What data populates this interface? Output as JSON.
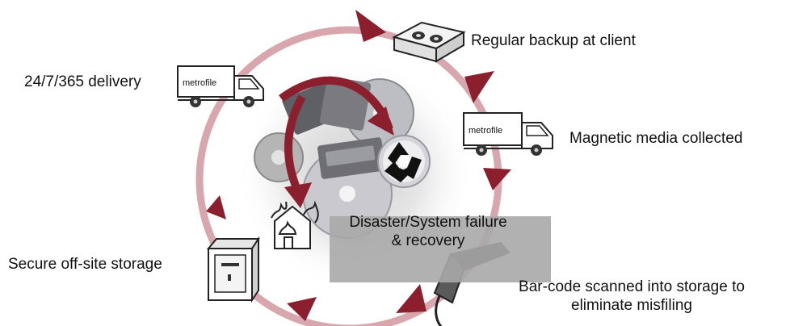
{
  "diagram": {
    "steps": [
      {
        "id": "backup",
        "label": "Regular backup at client"
      },
      {
        "id": "collected",
        "label": "Magnetic media collected"
      },
      {
        "id": "barcode",
        "label_line1": "Bar-code scanned into storage to",
        "label_line2": "eliminate misfiling"
      },
      {
        "id": "storage",
        "label": "Secure off-site storage"
      },
      {
        "id": "delivery",
        "label": "24/7/365 delivery"
      }
    ],
    "disaster": {
      "line1": "Disaster/System failure",
      "line2": "& recovery"
    },
    "truck_brand": "metrofile",
    "colors": {
      "cycle_ring": "#d8a7ad",
      "arrow_head": "#8c1f2e",
      "grey_panel": "#a9a9a9"
    }
  }
}
